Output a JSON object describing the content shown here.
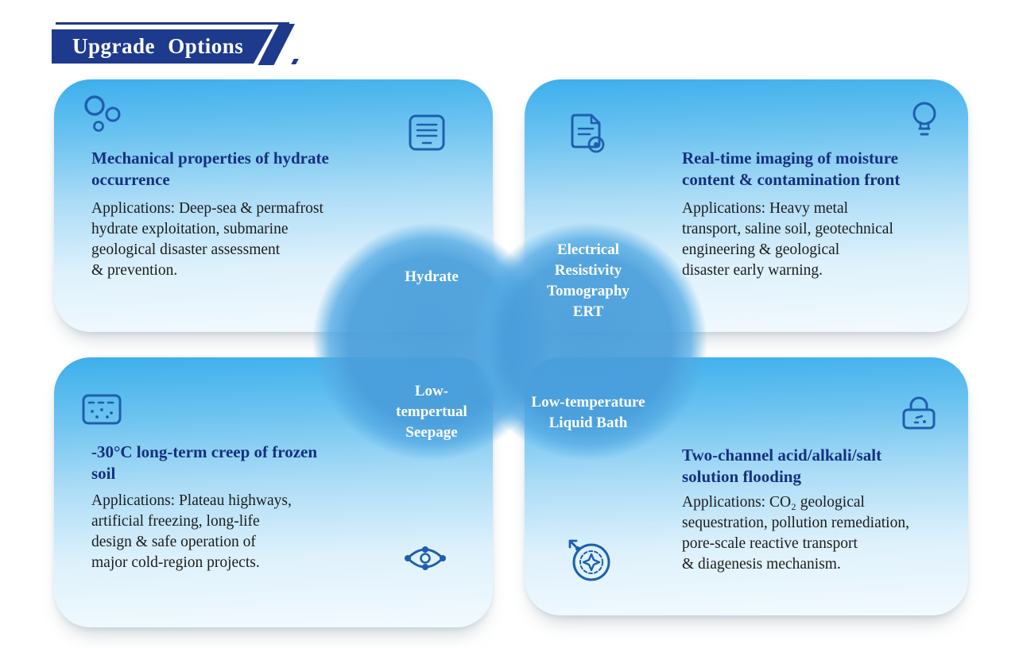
{
  "banner": {
    "title": "Upgrade Options"
  },
  "colors": {
    "banner_navy": "#1e3a8c",
    "heading_navy": "#15307f",
    "icon_stroke": "#1e5fad",
    "card_gradient_top": "#3cafec",
    "card_gradient_bottom": "#f3fafe",
    "circle_blue": "#499edb",
    "circle_label": "#ffffff",
    "body_text": "#1c1c1c"
  },
  "cards": [
    {
      "id": "hydrate-mechanics",
      "icons": [
        "molecule-bubbles-icon",
        "document-lines-icon"
      ],
      "heading": "Mechanical properties of hydrate\noccurrence",
      "body": "Applications: Deep-sea & permafrost\nhydrate exploitation, submarine\ngeological disaster assessment\n& prevention."
    },
    {
      "id": "ert-imaging",
      "icons": [
        "document-seal-icon",
        "lightbulb-icon"
      ],
      "heading": "Real-time imaging of moisture\ncontent & contamination front",
      "body": "Applications: Heavy metal\ntransport, saline soil, geotechnical\nengineering & geological\ndisaster early warning."
    },
    {
      "id": "frozen-soil-creep",
      "icons": [
        "freezer-icon",
        "seepage-network-icon"
      ],
      "heading": "-30°C long-term creep of frozen\nsoil",
      "body": "Applications: Plateau highways,\nartificial freezing, long-life\ndesign & safe operation of\nmajor cold-region projects."
    },
    {
      "id": "solution-flooding",
      "icons": [
        "lock-dial-icon",
        "gauge-compass-icon"
      ],
      "heading": "Two-channel acid/alkali/salt\nsolution flooding",
      "body": "Applications: CO₂ geological\nsequestration, pollution remediation,\npore-scale reactive transport\n& diagenesis mechanism."
    }
  ],
  "circles": [
    {
      "top_label": "Hydrate",
      "bottom_label": "Low-\ntempertual\nSeepage"
    },
    {
      "top_label": "Electrical\nResistivity\nTomography\nERT",
      "bottom_label": "Low-temperature\nLiquid Bath"
    }
  ]
}
